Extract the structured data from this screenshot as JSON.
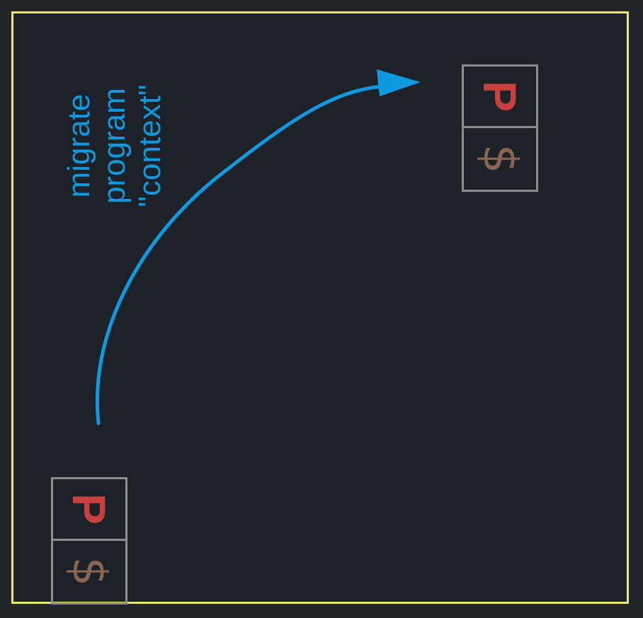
{
  "colors": {
    "background": "#22262b",
    "panel": "#1c2228",
    "frame_border": "#e8e67a",
    "box_border": "#8c8c8c",
    "p_color": "#c9403f",
    "dollar_color": "#8a6552",
    "arrow_color": "#0d9ae0",
    "label_color": "#0d9ae0"
  },
  "source_box": {
    "left_cell": "P",
    "right_cell": "$"
  },
  "target_box": {
    "left_cell": "P",
    "right_cell": "$"
  },
  "label": {
    "lines": [
      "migrate",
      "program",
      "\"context\""
    ]
  },
  "icons": {
    "arrow": "curved-arrow-icon"
  }
}
